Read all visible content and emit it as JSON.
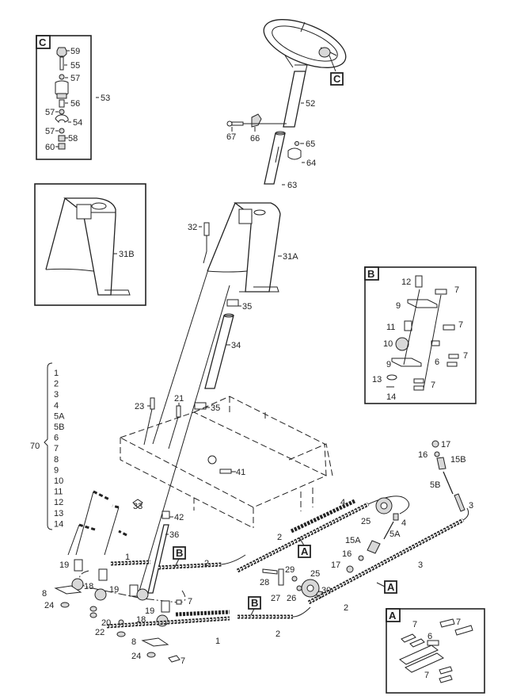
{
  "diagram": {
    "title": "Steering assembly exploded parts diagram",
    "detail_tags": {
      "c": "C",
      "b": "B",
      "a": "A"
    },
    "inset_c": {
      "tag": "C",
      "labels": [
        "59",
        "55",
        "57",
        "56",
        "57",
        "54",
        "57",
        "58",
        "60"
      ],
      "group_label": "53"
    },
    "inset_31b": {
      "label": "31B"
    },
    "inset_b": {
      "tag": "B",
      "labels": [
        "12",
        "7",
        "9",
        "11",
        "7",
        "10",
        "6",
        "7",
        "9",
        "13",
        "7",
        "14"
      ]
    },
    "inset_a": {
      "tag": "A",
      "labels": [
        "7",
        "7",
        "6",
        "7"
      ]
    },
    "kit": {
      "label": "70",
      "items": [
        "1",
        "2",
        "3",
        "4",
        "5A",
        "5B",
        "6",
        "7",
        "8",
        "9",
        "10",
        "11",
        "12",
        "13",
        "14"
      ]
    },
    "main_labels": {
      "l52": "52",
      "l67": "67",
      "l66": "66",
      "l65": "65",
      "l64": "64",
      "l63": "63",
      "l32": "32",
      "l31a": "31A",
      "l35a": "35",
      "l34": "34",
      "l35b": "35",
      "l23": "23",
      "l21": "21",
      "l41": "41",
      "l33": "33",
      "l42": "42",
      "l36": "36",
      "l19a": "19",
      "l18a": "18",
      "l19b": "19",
      "l19c": "19",
      "l18b": "18",
      "l8a": "8",
      "l24a": "24",
      "l20": "20",
      "l22": "22",
      "l8b": "8",
      "l24b": "24",
      "l7a": "7",
      "l7b": "7",
      "l1a": "1",
      "l1b": "1",
      "l2a": "2",
      "l2b": "2",
      "l2c": "2",
      "l4a": "4",
      "l25a": "25",
      "l4b": "4",
      "l5a": "5A",
      "l15a": "15A",
      "l16a": "16",
      "l17a": "17",
      "l28": "28",
      "l29": "29",
      "l25b": "25",
      "l27": "27",
      "l26": "26",
      "l30": "30",
      "l3a": "3",
      "l3b": "3",
      "l17b": "17",
      "l16b": "16",
      "l15b": "15B",
      "l5b": "5B"
    }
  }
}
